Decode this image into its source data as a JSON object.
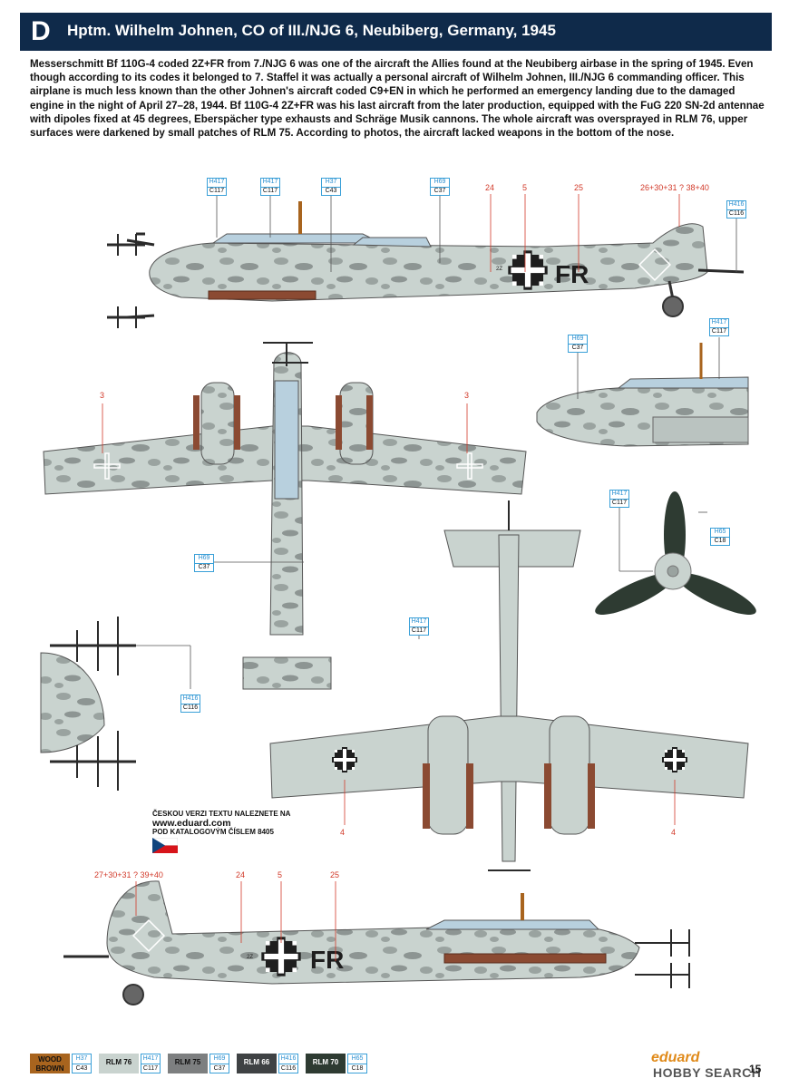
{
  "header": {
    "letter": "D",
    "title": "Hptm. Wilhelm Johnen, CO of III./NJG 6, Neubiberg, Germany, 1945"
  },
  "description": "Messerschmitt Bf 110G-4 coded 2Z+FR from 7./NJG 6 was one of the aircraft the Allies found at the Neubiberg airbase in the spring of 1945. Even though according to its codes it belonged to 7. Staffel it was actually a personal aircraft of Wilhelm Johnen, III./NJG 6 commanding officer. This airplane is much less known than the other Johnen's aircraft coded C9+EN in which he performed an emergency landing due to the damaged engine in the night of April 27–28, 1944. Bf 110G-4 2Z+FR was his last aircraft from the later production, equipped with the FuG 220 SN-2d antennae with dipoles fixed at 45 degrees, Eberspächer type exhausts and Schräge Musik cannons. The whole aircraft was oversprayed in RLM 76, upper surfaces were darkened by small patches of RLM 75. According to photos, the aircraft lacked weapons in the bottom of the nose.",
  "callouts": {
    "top1": {
      "h": "H417",
      "c": "C117"
    },
    "top2": {
      "h": "H417",
      "c": "C117"
    },
    "top3": {
      "h": "H37",
      "c": "C43"
    },
    "top4": {
      "h": "H69",
      "c": "C37"
    },
    "top5": {
      "h": "H416",
      "c": "C116"
    },
    "nose1": {
      "h": "H69",
      "c": "C37"
    },
    "nose2": {
      "h": "H417",
      "c": "C117"
    },
    "plan1": {
      "h": "H69",
      "c": "C37"
    },
    "prop1": {
      "h": "H417",
      "c": "C117"
    },
    "prop2": {
      "h": "H65",
      "c": "C18"
    },
    "under1": {
      "h": "H417",
      "c": "C117"
    },
    "tail1": {
      "h": "H416",
      "c": "C116"
    }
  },
  "markings": {
    "m24_top": "24",
    "m5_top": "5",
    "m25_top": "25",
    "mstack_top": "26+30+31 ? 38+40",
    "m3_left": "3",
    "m3_right": "3",
    "m4_left": "4",
    "m4_right": "4",
    "mstack_bottom": "27+30+31 ? 39+40",
    "m24_bottom": "24",
    "m5_bottom": "5",
    "m25_bottom": "25"
  },
  "fuselage_code": "FR",
  "fuselage_code_small": "2Z",
  "czech_note": {
    "line1": "ČESKOU VERZI TEXTU NALEZNETE NA",
    "url": "www.eduard.com",
    "line2": "POD KATALOGOVÝM ČÍSLEM 8405"
  },
  "legend": [
    {
      "name": "WOOD BROWN",
      "h": "H37",
      "c": "C43",
      "color": "#a8641e"
    },
    {
      "name": "RLM 76",
      "h": "H417",
      "c": "C117",
      "color": "#c9d3cf"
    },
    {
      "name": "RLM 75",
      "h": "H69",
      "c": "C37",
      "color": "#7d7f80"
    },
    {
      "name": "RLM 66",
      "h": "H416",
      "c": "C116",
      "color": "#3f4244"
    },
    {
      "name": "RLM 70",
      "h": "H65",
      "c": "C18",
      "color": "#2e3b32"
    }
  ],
  "brand": "eduard",
  "page_number": "15",
  "watermark": "HOBBY SEARCH",
  "colors": {
    "header_bg": "#0f2a4a",
    "camo_base": "#c9d3cf",
    "camo_patch": "#8a9290",
    "exhaust": "#8b4a32",
    "marking_red": "#d23a2a",
    "callout_blue": "#2a8fd0"
  }
}
